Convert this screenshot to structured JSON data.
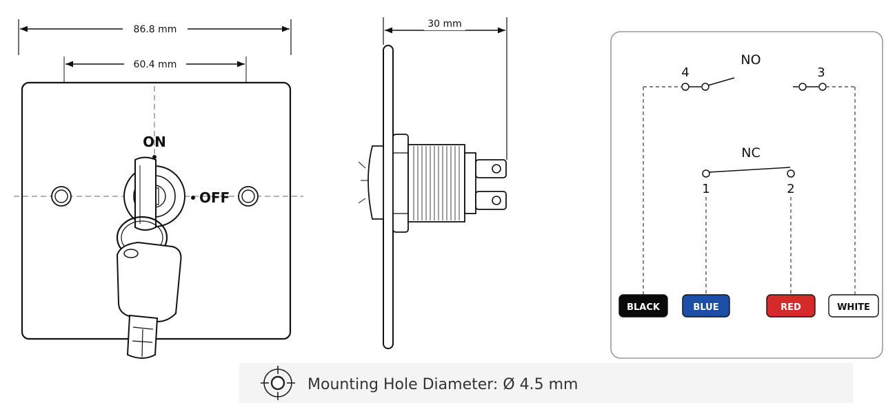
{
  "front_view": {
    "overall_width": "86.8 mm",
    "hole_spacing": "60.4 mm",
    "label_on": "ON",
    "label_off": "OFF"
  },
  "side_view": {
    "depth": "30 mm"
  },
  "wiring": {
    "no_label": "NO",
    "nc_label": "NC",
    "terminal_4": "4",
    "terminal_3": "3",
    "terminal_1": "1",
    "terminal_2": "2",
    "wires": [
      {
        "label": "BLACK",
        "color": "#0a0a0a",
        "text_color": "#ffffff"
      },
      {
        "label": "BLUE",
        "color": "#1b4fa8",
        "text_color": "#ffffff"
      },
      {
        "label": "RED",
        "color": "#d42a2a",
        "text_color": "#ffffff"
      },
      {
        "label": "WHITE",
        "color": "#ffffff",
        "text_color": "#111111"
      }
    ]
  },
  "footer": {
    "icon": "mounting-hole-icon",
    "text": "Mounting Hole Diameter: Ø 4.5 mm"
  }
}
